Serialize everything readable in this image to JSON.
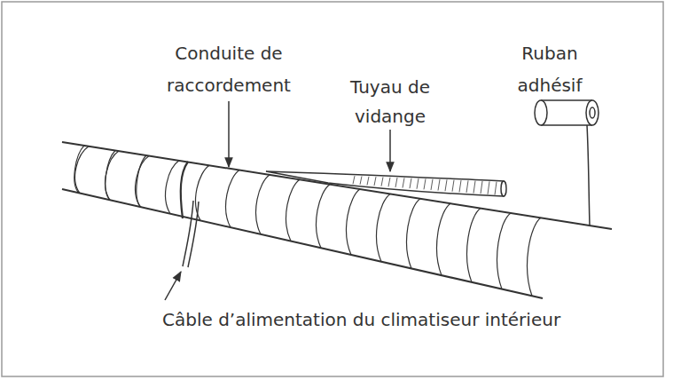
{
  "diagram": {
    "labels": [
      "Conduite de raccordement",
      "Tuyau de vidange",
      "Ruban adhésif",
      "Câble d’alimentation du climatiseur intérieur"
    ]
  }
}
